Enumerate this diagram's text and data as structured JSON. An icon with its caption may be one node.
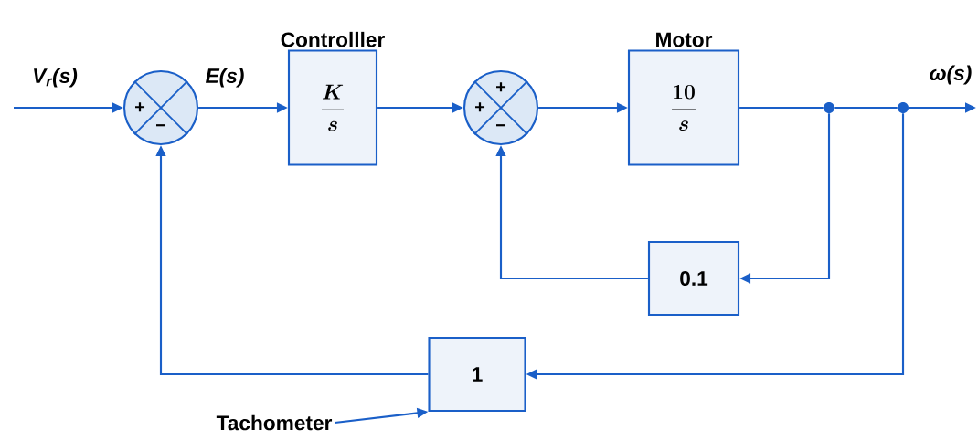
{
  "diagram": {
    "nodes": [
      {
        "text": [
          "+",
          "−"
        ]
      },
      {
        "text": [
          "Controlller",
          "\\frac{K}{s}"
        ]
      },
      {
        "text": [
          "+",
          "+",
          "−"
        ]
      },
      {
        "text": [
          "Motor",
          "\\frac{10}{s}"
        ]
      },
      {
        "text": [],
        "shape": "circle"
      },
      {
        "text": [],
        "shape": "circle"
      },
      {
        "text": [
          "0.1"
        ]
      },
      {
        "text": [
          "1"
        ]
      },
      {
        "text": [
          "Tachometer"
        ]
      }
    ],
    "edges": [
      {
        "from": null,
        "to": 0,
        "arrow": "to",
        "label": "V$_{r}$(s)"
      },
      {
        "from": 0,
        "to": 1,
        "arrow": "to",
        "label": "E(s)"
      },
      {
        "from": 1,
        "to": 2,
        "arrow": "to"
      },
      {
        "from": 2,
        "to": 3,
        "arrow": "to"
      },
      {
        "from": 3,
        "to": 4,
        "arrow": "none"
      },
      {
        "from": 4,
        "to": 5,
        "arrow": "none"
      },
      {
        "from": 5,
        "to": null,
        "arrow": "to",
        "label": "ω(s)"
      },
      {
        "from": 4,
        "to": 6,
        "arrow": "to"
      },
      {
        "from": 6,
        "to": 2,
        "arrow": "to"
      },
      {
        "from": 5,
        "to": 7,
        "arrow": "to"
      },
      {
        "from": 7,
        "to": 0,
        "arrow": "to"
      },
      {
        "from": 8,
        "to": 7,
        "arrow": "to"
      }
    ]
  }
}
